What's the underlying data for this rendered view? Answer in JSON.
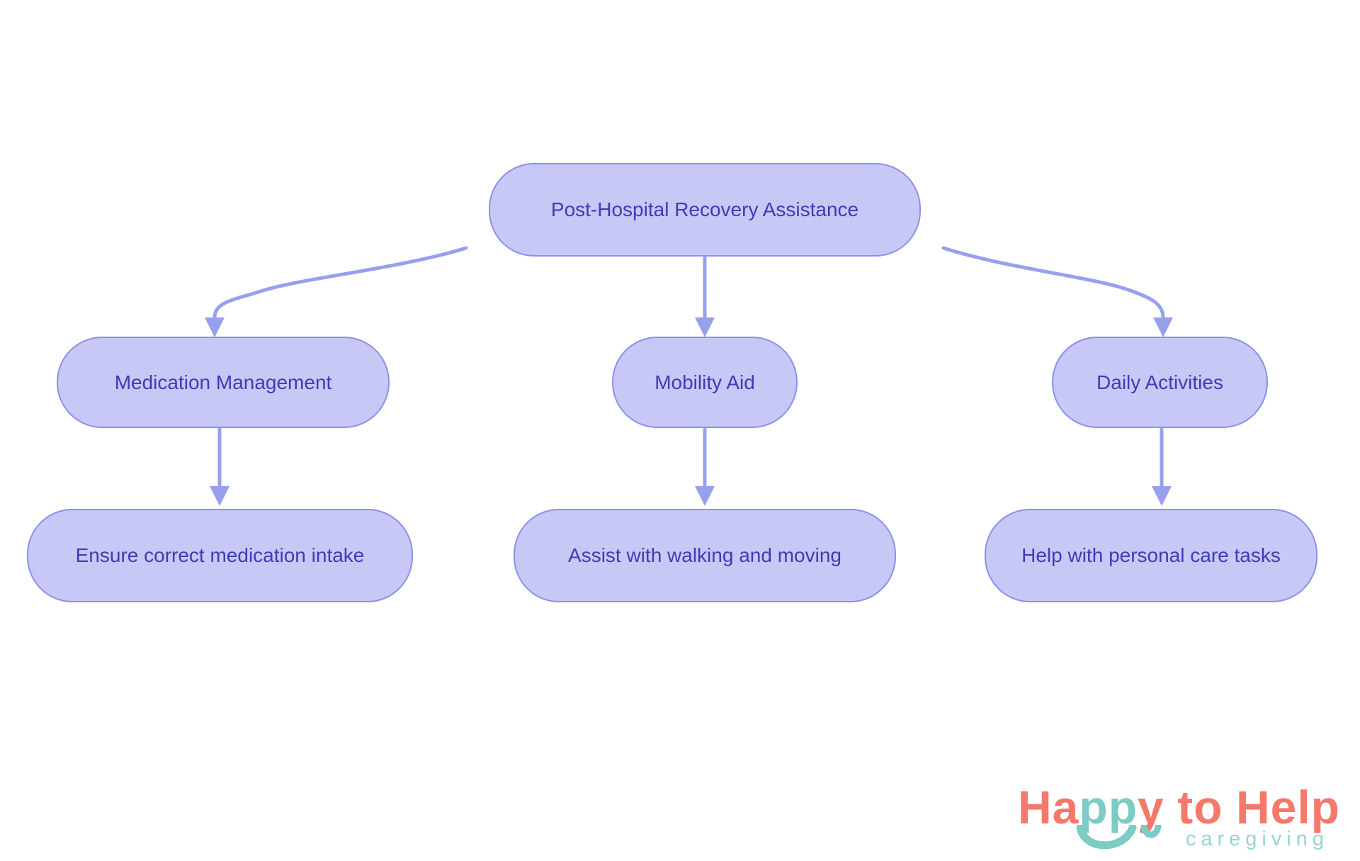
{
  "theme": {
    "background": "#ffffff",
    "node_fill": "#c7c8f6",
    "node_border": "#8b90e8",
    "node_text": "#3d3db6",
    "arrow": "#97a0ec",
    "logo_coral": "#f3796b",
    "logo_teal": "#7dcbc5",
    "logo_tagline": "#97d5d0"
  },
  "diagram": {
    "root": "Post-Hospital Recovery Assistance",
    "level1": [
      "Medication Management",
      "Mobility Aid",
      "Daily Activities"
    ],
    "level2": [
      "Ensure correct medication intake",
      "Assist with walking and moving",
      "Help with personal care tasks"
    ],
    "edges": [
      "root -> Medication Management",
      "root -> Mobility Aid",
      "root -> Daily Activities",
      "Medication Management -> Ensure correct medication intake",
      "Mobility Aid -> Assist with walking and moving",
      "Daily Activities -> Help with personal care tasks"
    ]
  },
  "logo": {
    "part_ha": "Ha",
    "part_pp": "pp",
    "part_y": "y",
    "part_to": "to",
    "part_help": "Help",
    "tagline": "caregiving"
  }
}
